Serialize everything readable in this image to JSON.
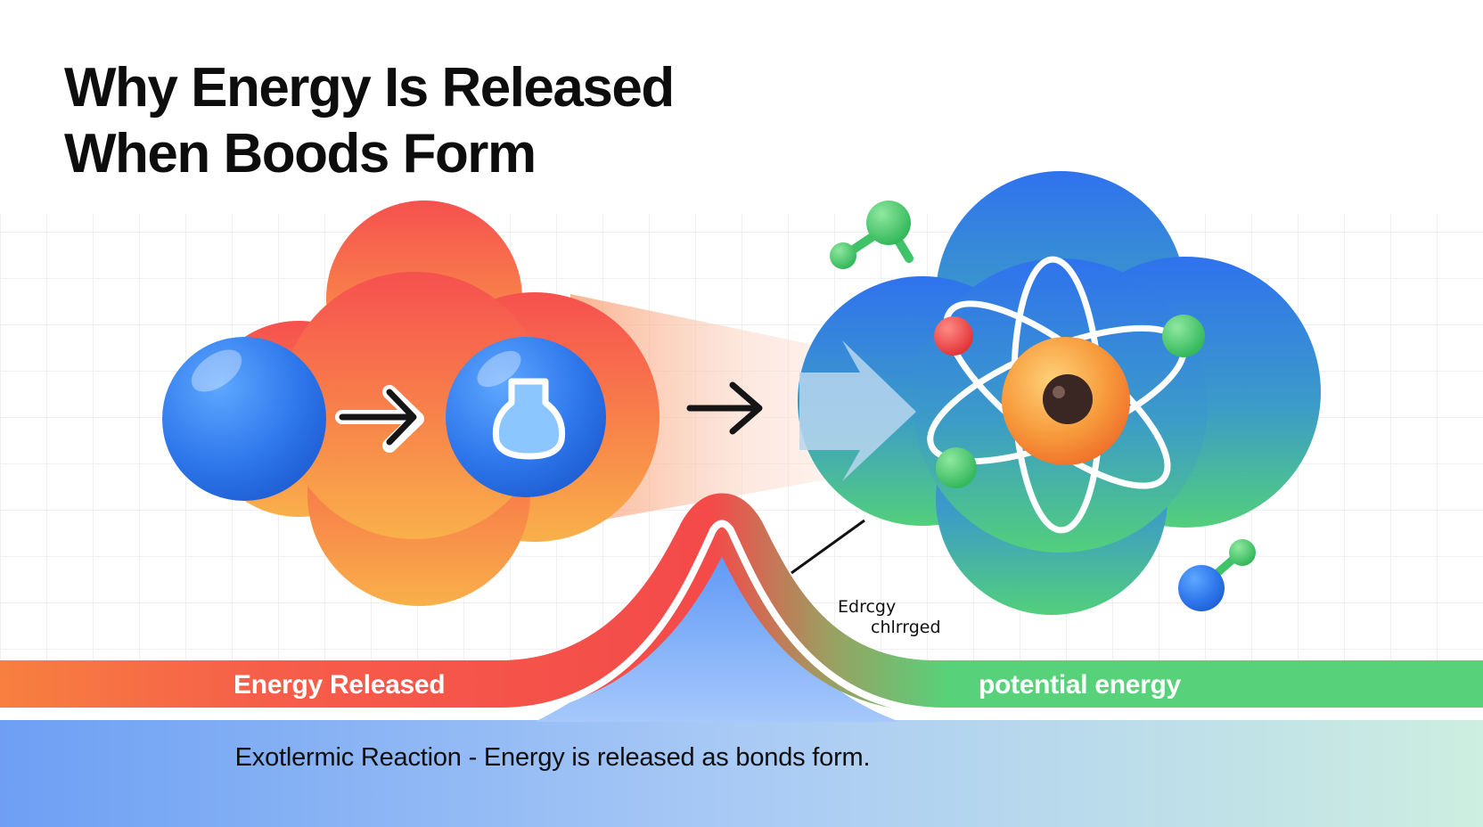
{
  "title": {
    "line1": "Why Energy Is Released",
    "line2": "When Boods Form"
  },
  "energy_band": {
    "left_label": "Energy Released",
    "right_label": "potential energy"
  },
  "annotation": {
    "line1": "Edrcgy",
    "line2": "chlrrged"
  },
  "caption": "Exotlermic Reaction - Energy is released as bonds form.",
  "colors": {
    "reactant_red": "#f55a55",
    "reactant_orange": "#f9a94a",
    "product_blue": "#2f7bea",
    "product_green": "#56cf7a",
    "band_red": "#f44a4a",
    "band_green": "#57d27a",
    "atom_blue": "#2f80ee",
    "nucleus_orange": "#f6913a"
  },
  "icons": [
    "atom-sphere",
    "flask-icon",
    "arrow-right-icon",
    "atom-model-icon",
    "molecule-icon"
  ]
}
